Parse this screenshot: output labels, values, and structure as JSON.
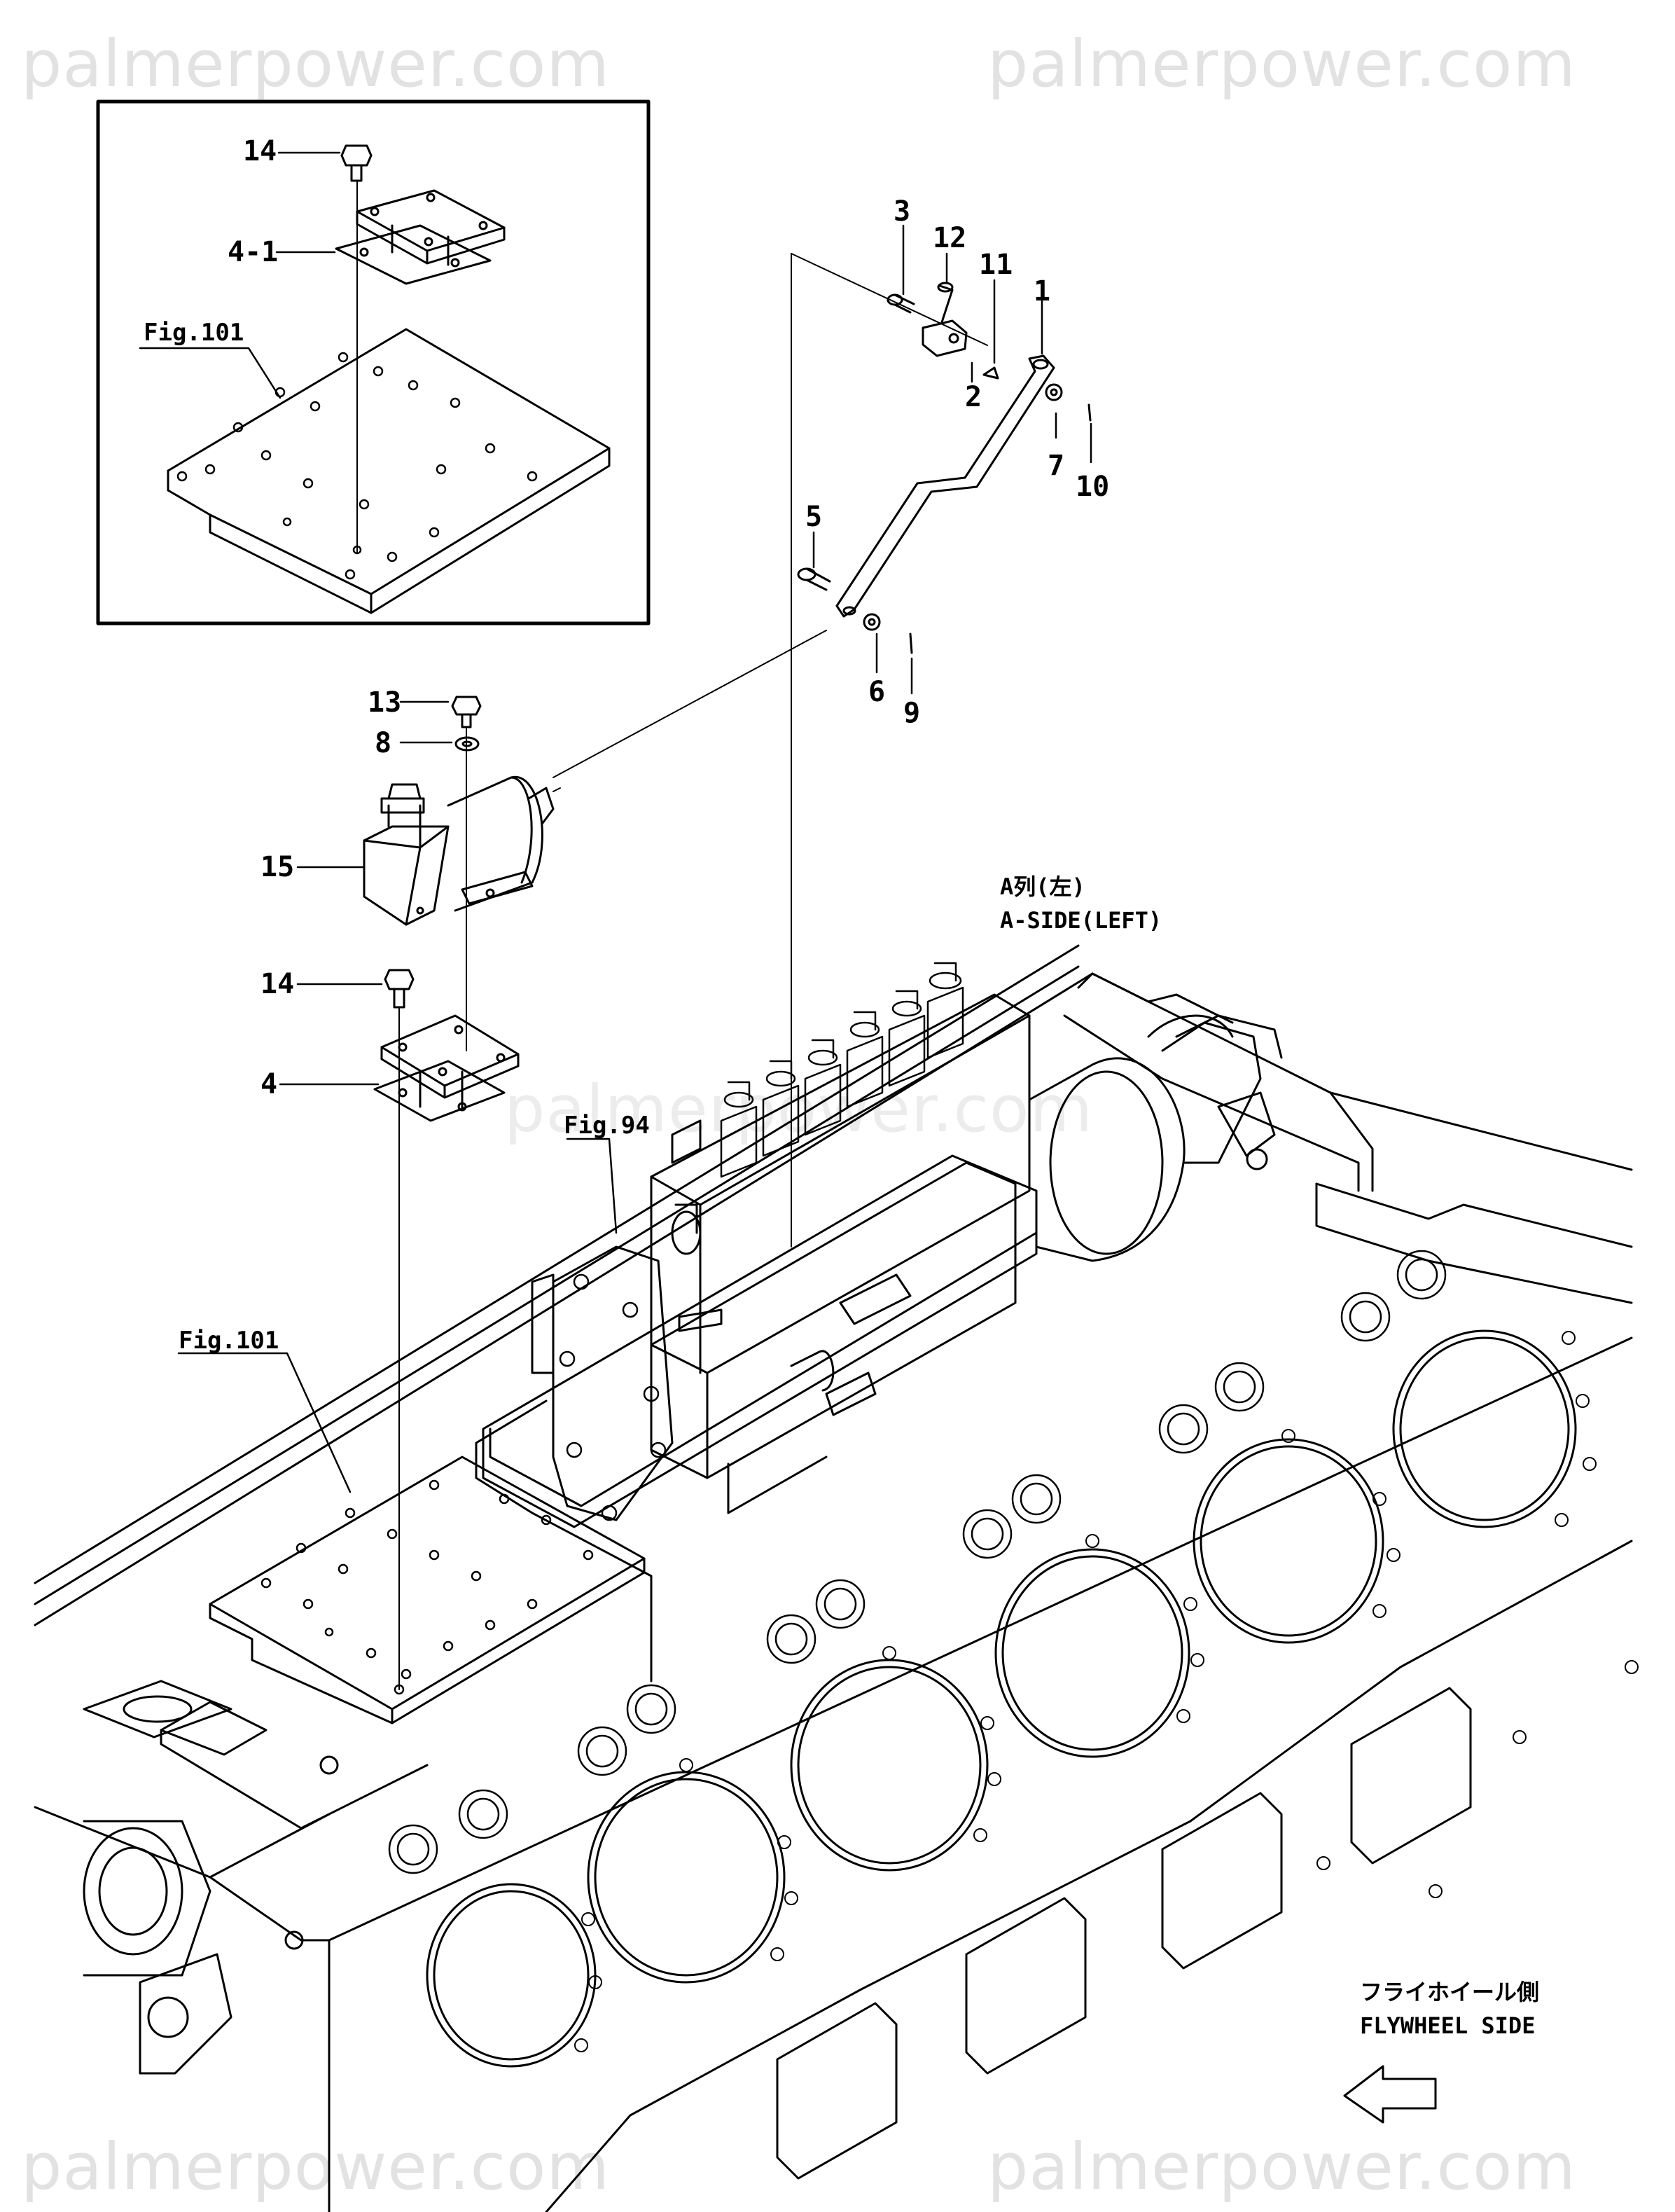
{
  "watermark": "palmerpower.com",
  "callouts": {
    "c1": "1",
    "c2": "2",
    "c3": "3",
    "c4": "4",
    "c4_1": "4-1",
    "c5": "5",
    "c6": "6",
    "c7": "7",
    "c8": "8",
    "c9": "9",
    "c10": "10",
    "c11": "11",
    "c12": "12",
    "c13": "13",
    "c14_inset": "14",
    "c14_main": "14",
    "c15": "15"
  },
  "figure_refs": {
    "inset_plate": "Fig.101",
    "pump": "Fig.94",
    "main_plate": "Fig.101"
  },
  "side_labels": {
    "a_side_jp": "A列(左)",
    "a_side_en": "A-SIDE(LEFT)",
    "flywheel_jp": "フライホイール側",
    "flywheel_en": "FLYWHEEL SIDE"
  }
}
